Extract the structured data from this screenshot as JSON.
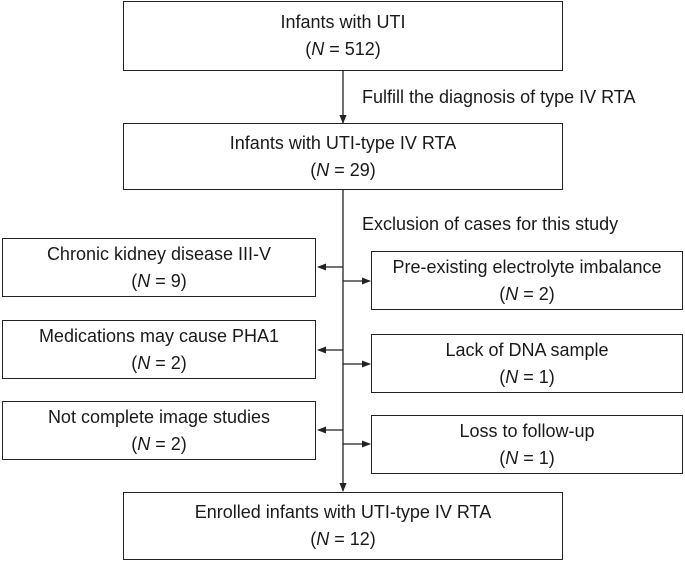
{
  "top": {
    "title": "Infants with UTI",
    "count": "512"
  },
  "step1_label": "Fulfill the diagnosis of type IV RTA",
  "middle": {
    "title": "Infants with UTI-type IV RTA",
    "count": "29"
  },
  "exclusion_label": "Exclusion of cases for this study",
  "exclusions_left": [
    {
      "title": "Chronic kidney disease III-V",
      "count": "9"
    },
    {
      "title": "Medications may cause PHA1",
      "count": "2"
    },
    {
      "title": "Not complete image studies",
      "count": "2"
    }
  ],
  "exclusions_right": [
    {
      "title": "Pre-existing electrolyte imbalance",
      "count": "2"
    },
    {
      "title": "Lack of DNA sample",
      "count": "1"
    },
    {
      "title": "Loss to follow-up",
      "count": "1"
    }
  ],
  "bottom": {
    "title": "Enrolled infants with UTI-type IV RTA",
    "count": "12"
  },
  "n_symbol": "N",
  "colors": {
    "line": "#222222",
    "text": "#1a1a1a"
  }
}
